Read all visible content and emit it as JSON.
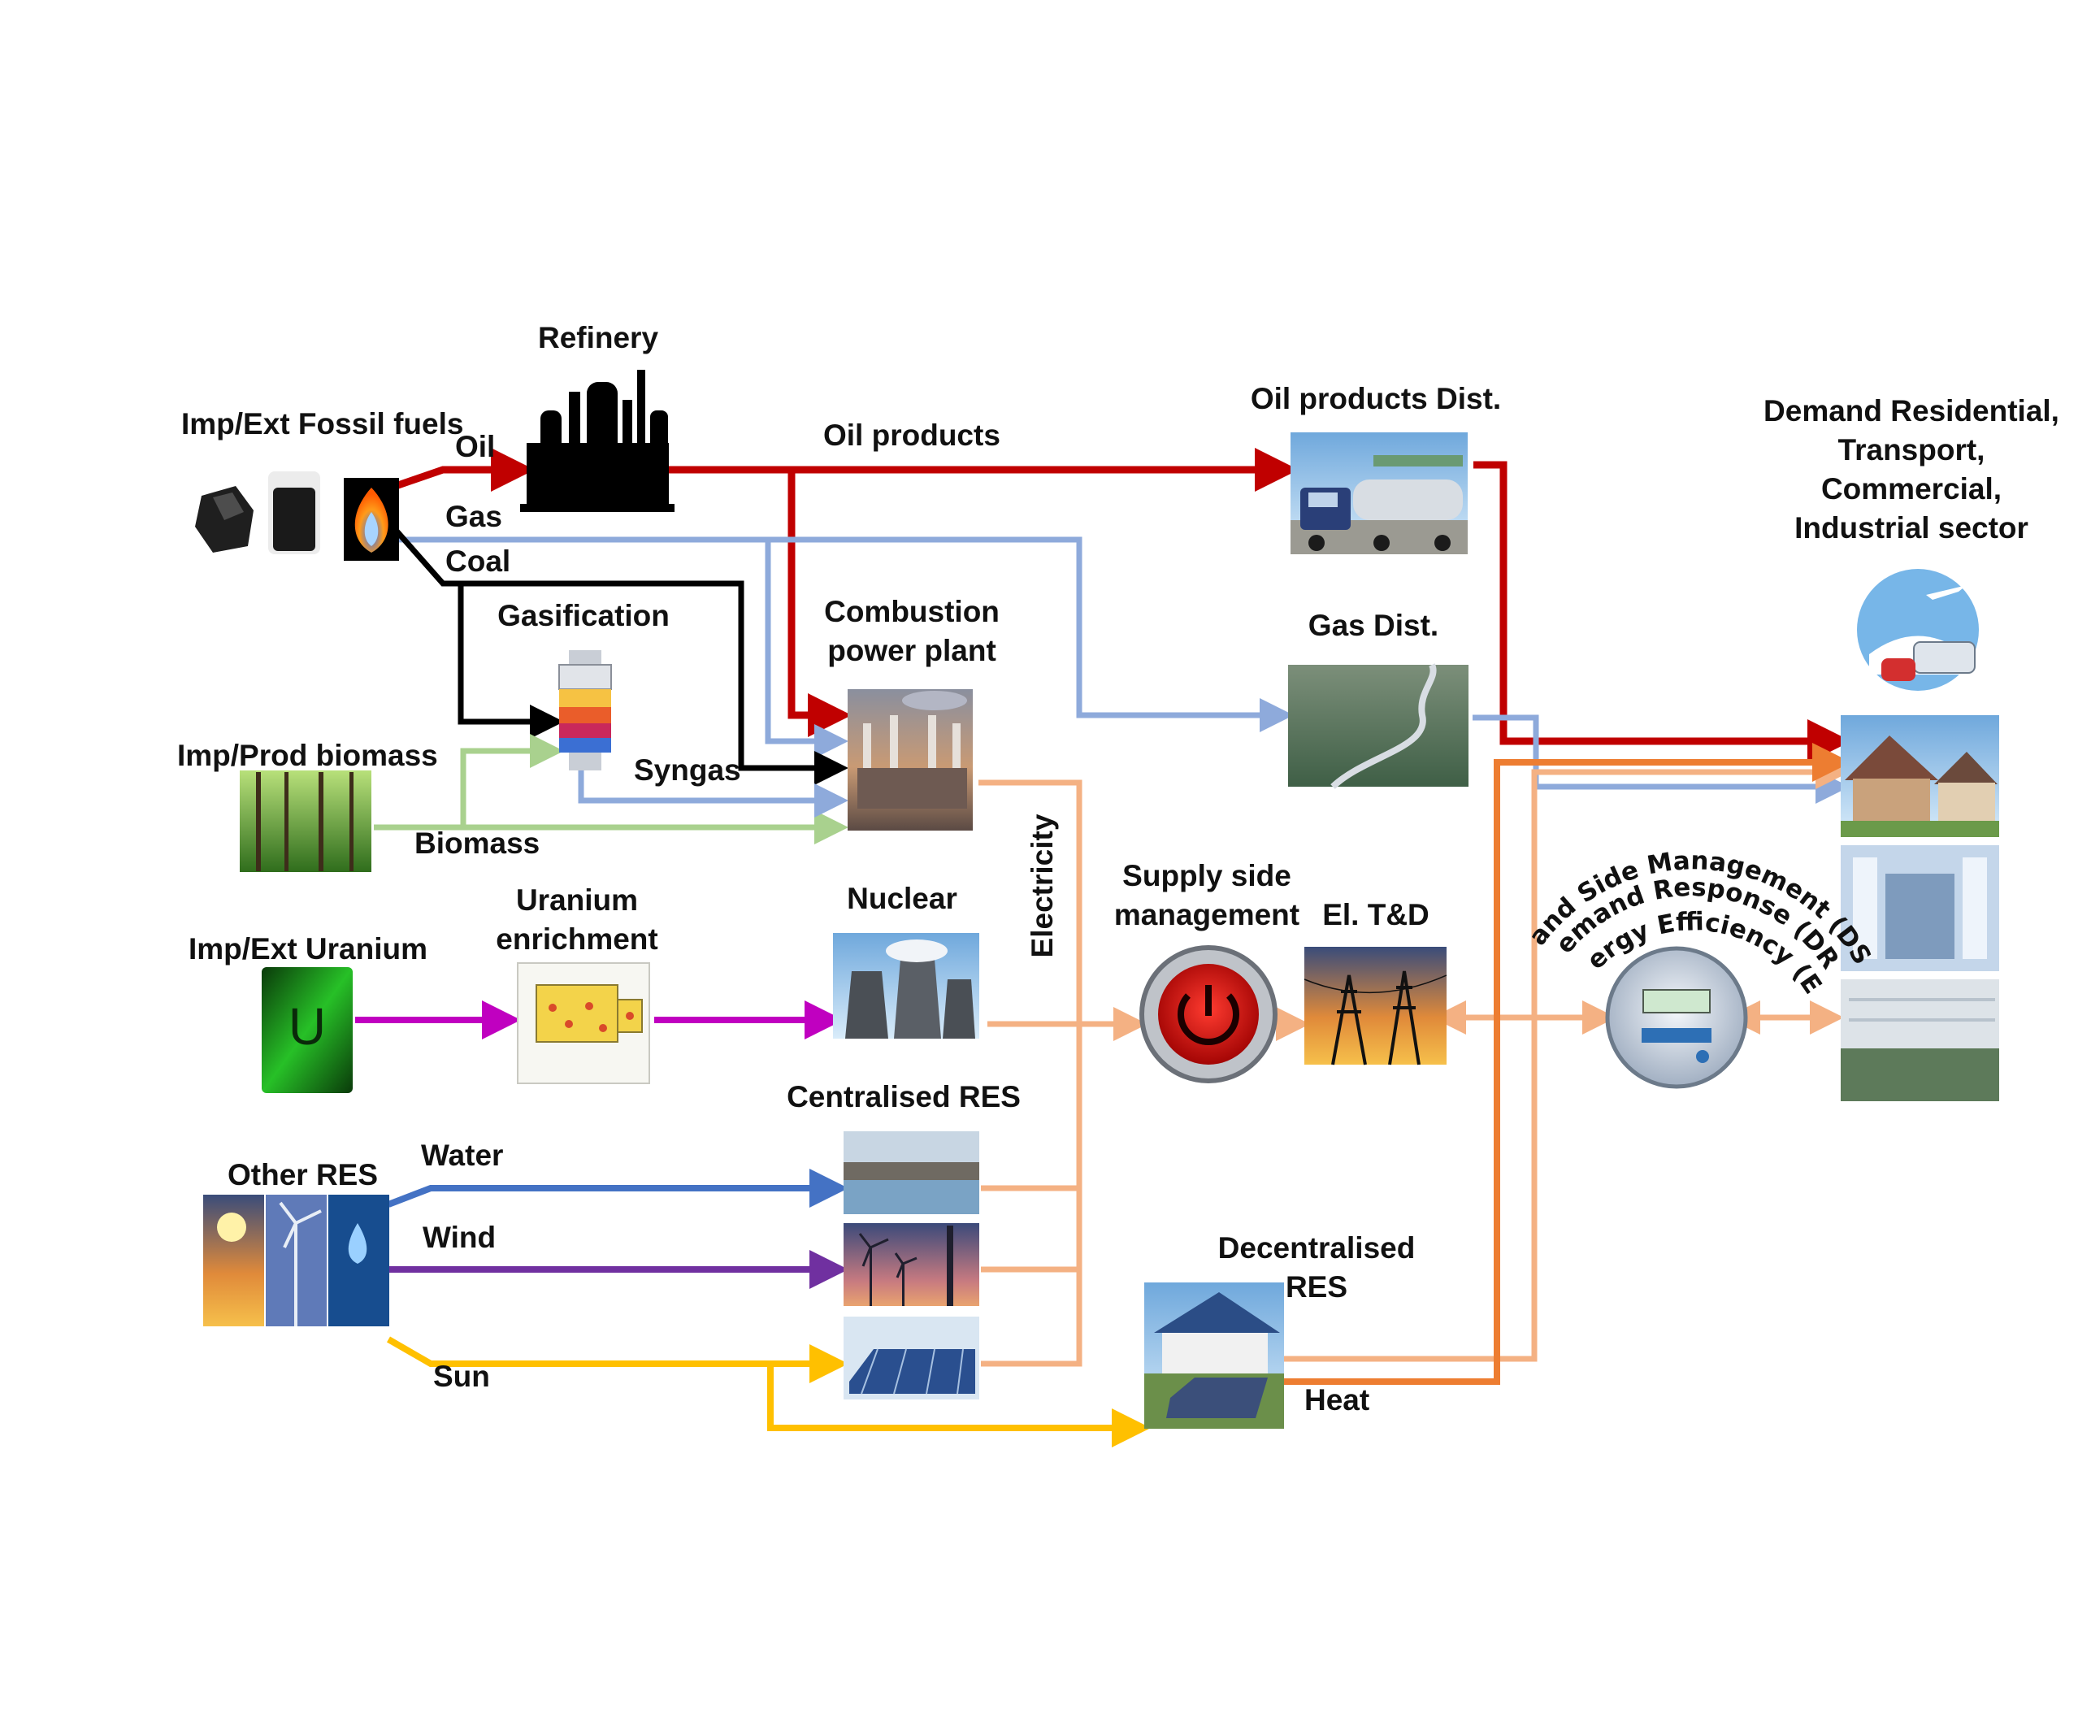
{
  "colors": {
    "oil": "#c00000",
    "gas": "#8eaadb",
    "coal": "#000000",
    "biomass": "#a9d18e",
    "uranium": "#c000c0",
    "water": "#4472c4",
    "wind": "#7030a0",
    "sun": "#ffc000",
    "electricity": "#f4b183",
    "heat": "#ed7d31"
  },
  "sources": {
    "fossil": {
      "label": "Imp/Ext Fossil fuels",
      "icons": [
        "coal-icon",
        "oil-barrel-icon",
        "gas-flame-icon"
      ]
    },
    "biomass": {
      "label": "Imp/Prod biomass",
      "icon": "forest-icon"
    },
    "uranium": {
      "label": "Imp/Ext Uranium",
      "icon": "uranium-icon"
    },
    "other_res": {
      "label": "Other RES",
      "icons": [
        "sun-icon",
        "wind-turbine-icon",
        "water-drop-icon"
      ]
    }
  },
  "processes": {
    "refinery": {
      "label": "Refinery",
      "icon": "refinery-icon"
    },
    "gasification": {
      "label": "Gasification",
      "icon": "gasifier-icon"
    },
    "combustion": {
      "label_line1": "Combustion",
      "label_line2": "power plant",
      "icon": "power-plant-icon"
    },
    "uranium_enrichment": {
      "label_line1": "Uranium",
      "label_line2": "enrichment",
      "icon": "enrichment-icon"
    },
    "nuclear": {
      "label": "Nuclear",
      "icon": "cooling-tower-icon"
    },
    "centralised_res": {
      "label": "Centralised RES",
      "icons": [
        "dam-icon",
        "wind-farm-icon",
        "solar-panel-icon"
      ]
    },
    "oil_dist": {
      "label": "Oil products Dist.",
      "icon": "tanker-truck-icon"
    },
    "gas_dist": {
      "label": "Gas Dist.",
      "icon": "pipeline-icon"
    },
    "supply_side": {
      "label_line1": "Supply side",
      "label_line2": "management",
      "icon": "power-button-icon"
    },
    "el_td": {
      "label": "El. T&D",
      "icon": "transmission-tower-icon"
    },
    "decentralised_res": {
      "label_line1": "Decentralised",
      "label_line2": "RES",
      "icon": "rooftop-solar-icon"
    },
    "smart_meter": {
      "icon": "smart-meter-icon"
    }
  },
  "demand": {
    "label_lines": [
      "Demand Residential,",
      "Transport,",
      "Commercial,",
      "Industrial sector"
    ],
    "icons": [
      "transport-icon",
      "residential-icon",
      "commercial-icon",
      "industrial-icon"
    ]
  },
  "flows": {
    "oil": "Oil",
    "gas": "Gas",
    "coal": "Coal",
    "oil_products": "Oil products",
    "syngas": "Syngas",
    "biomass": "Biomass",
    "electricity": "Electricity",
    "water": "Water",
    "wind": "Wind",
    "sun": "Sun",
    "heat": "Heat"
  },
  "dsm_arc": {
    "line1": "Demand Side Management (DSM),",
    "line2": "Demand Response (DR),",
    "line3": "Energy Efficiency (EE)"
  }
}
